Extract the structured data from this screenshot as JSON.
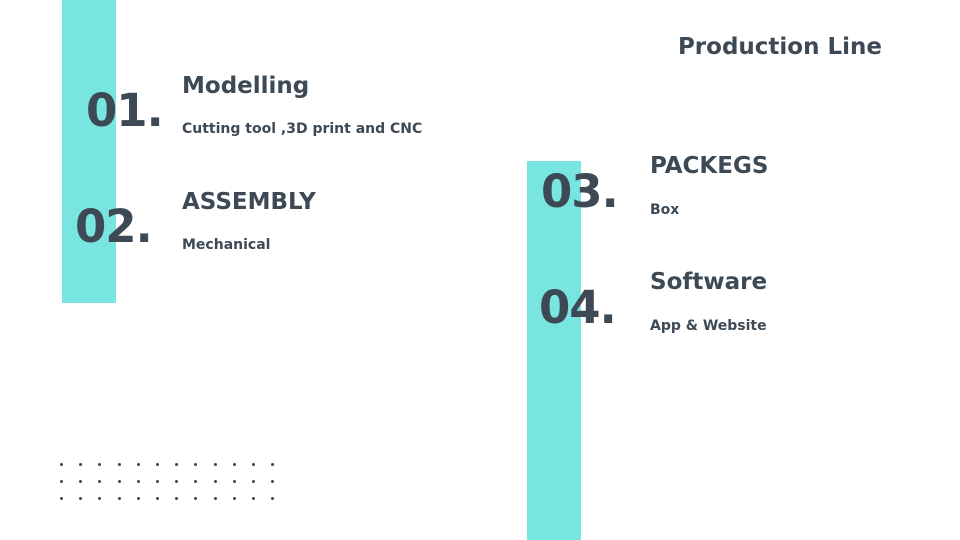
{
  "slide": {
    "title": "Production Line",
    "colors": {
      "accent": "#79e5e0",
      "text": "#3d4a55",
      "background": "#ffffff"
    },
    "items": [
      {
        "number": "01.",
        "heading": "Modelling",
        "description": "Cutting tool ,3D print and CNC"
      },
      {
        "number": "02.",
        "heading": "ASSEMBLY",
        "description": "Mechanical"
      },
      {
        "number": "03.",
        "heading": "PACKEGS",
        "description": "Box"
      },
      {
        "number": "04.",
        "heading": "Software",
        "description": "App & Website"
      }
    ]
  }
}
